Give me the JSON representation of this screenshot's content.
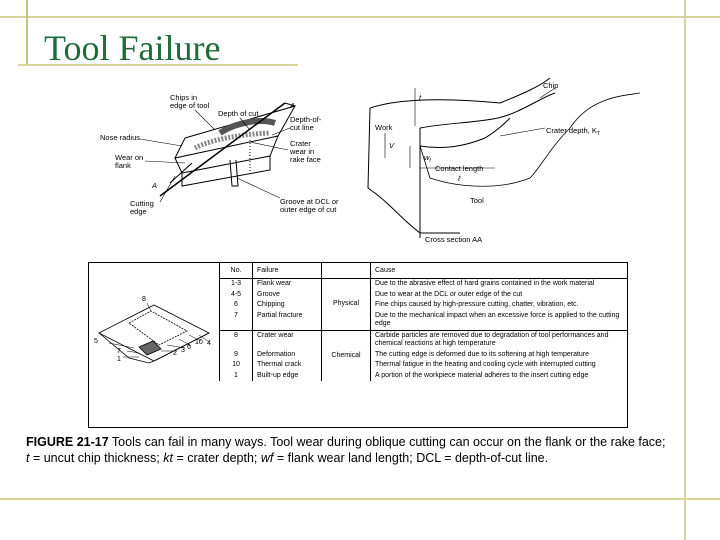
{
  "slide": {
    "title": "Tool Failure"
  },
  "figure_top": {
    "left_labels": {
      "chips": [
        "Chips in",
        "edge of tool"
      ],
      "depth_of_cut": "Depth of cut",
      "section_a_top": "A",
      "doc_line": [
        "Depth-of-",
        "cut line"
      ],
      "nose_radius": "Nose radius",
      "crater_wear": [
        "Crater",
        "wear in",
        "rake face"
      ],
      "wear_on_flank": [
        "Wear on",
        "flank"
      ],
      "section_a_bottom": "A",
      "cutting_edge": [
        "Cutting",
        "edge"
      ],
      "groove": [
        "Groove at DCL or",
        "outer edge of cut"
      ]
    },
    "right_labels": {
      "chip": "Chip",
      "t": "t",
      "work": "Work",
      "v": "V",
      "crater_depth": "Crater depth, K",
      "crater_depth_sub": "T",
      "wf": "w",
      "wf_sub": "f",
      "contact_length": "Contact length",
      "l": "ℓ",
      "tool": "Tool",
      "cross_section": "Cross section AA"
    }
  },
  "figure_table": {
    "diagram_numbers": [
      "8",
      "5",
      "7",
      "1",
      "2",
      "3",
      "6",
      "10",
      "4"
    ],
    "headers": {
      "no": "No.",
      "failure": "Failure",
      "cause": "Cause"
    },
    "groups": {
      "physical": "Physical",
      "chemical": "Chemical"
    },
    "rows": [
      {
        "no": "1-3",
        "failure": "Flank wear",
        "cause": "Due to the abrasive effect of hard grains contained in the work material"
      },
      {
        "no": "4-5",
        "failure": "Groove",
        "cause": "Due to wear at the DCL or outer edge of the cut"
      },
      {
        "no": "6",
        "failure": "Chipping",
        "cause": "Fine chips caused by high-pressure cutting, chatter, vibration, etc."
      },
      {
        "no": "7",
        "failure": "Partial fracture",
        "cause": "Due to the mechanical impact when an excessive force is applied to the cutting edge"
      },
      {
        "no": "8",
        "failure": "Crater wear",
        "cause": "Carbide particles are removed due to degradation of tool performances and chemical reactions at high temperature"
      },
      {
        "no": "9",
        "failure": "Deformation",
        "cause": "The cutting edge is deformed due to its softening at high temperature"
      },
      {
        "no": "10",
        "failure": "Thermal crack",
        "cause": "Thermal fatigue in the heating and cooling cycle with interrupted cutting"
      },
      {
        "no": "1",
        "failure": "Built-up edge",
        "cause": "A portion of the workpiece material adheres to the insert cutting edge"
      }
    ]
  },
  "caption": {
    "label": "FIGURE 21-17",
    "part1": " Tools can fail in many ways. Tool wear during oblique cutting can occur on the flank or the rake face; ",
    "t": "t",
    "part2": " = uncut chip thickness; ",
    "kt": "kt",
    "part3": " = crater depth; ",
    "wf": "wf",
    "part4": " = flank wear land length; DCL = depth-of-cut line."
  }
}
